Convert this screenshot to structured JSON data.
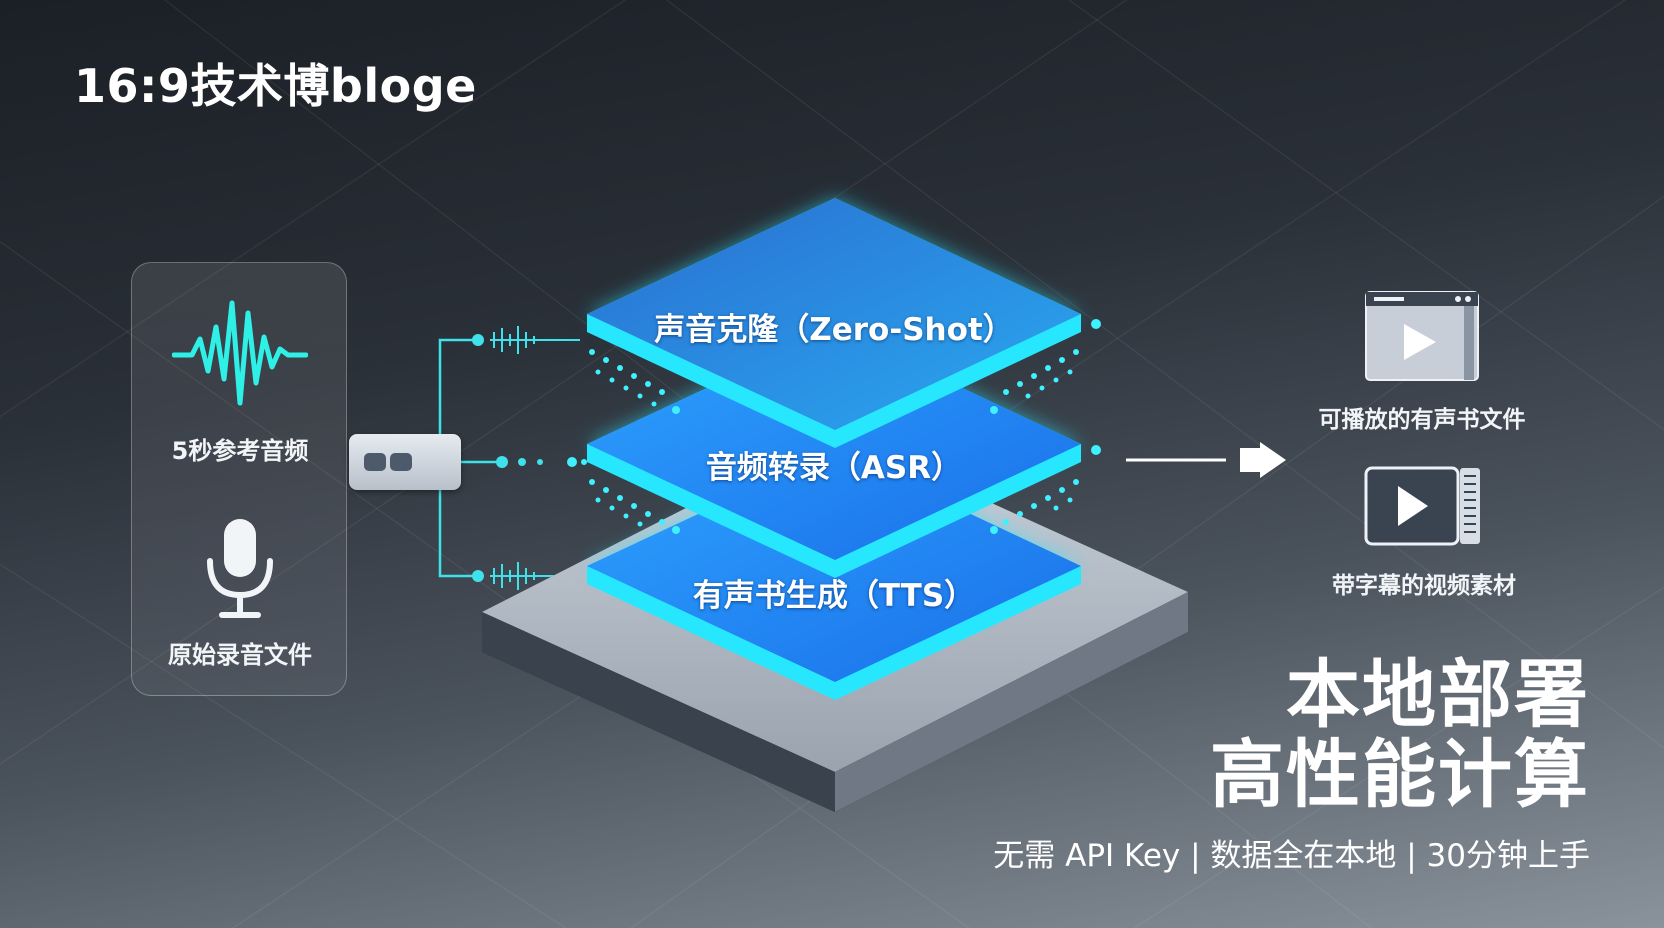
{
  "brand": {
    "title": "16:9技术博bloge"
  },
  "inputs": {
    "reference_audio_label": "5秒参考音频",
    "raw_recording_label": "原始录音文件"
  },
  "layers": [
    {
      "label": "声音克隆（Zero-Shot）"
    },
    {
      "label": "音频转录（ASR）"
    },
    {
      "label": "有声书生成（TTS）"
    }
  ],
  "outputs": [
    {
      "label": "可播放的有声书文件",
      "icon": "video-player-window-icon"
    },
    {
      "label": "带字幕的视频素材",
      "icon": "video-with-subtitles-icon"
    }
  ],
  "headline": {
    "line1": "本地部署",
    "line2": "高性能计算"
  },
  "tagline": "无需 API Key | 数据全在本地 | 30分钟上手",
  "colors": {
    "accent_cyan": "#27e7ff",
    "layer_blue": "#1f8cff",
    "background_dark": "#1b1f26"
  }
}
